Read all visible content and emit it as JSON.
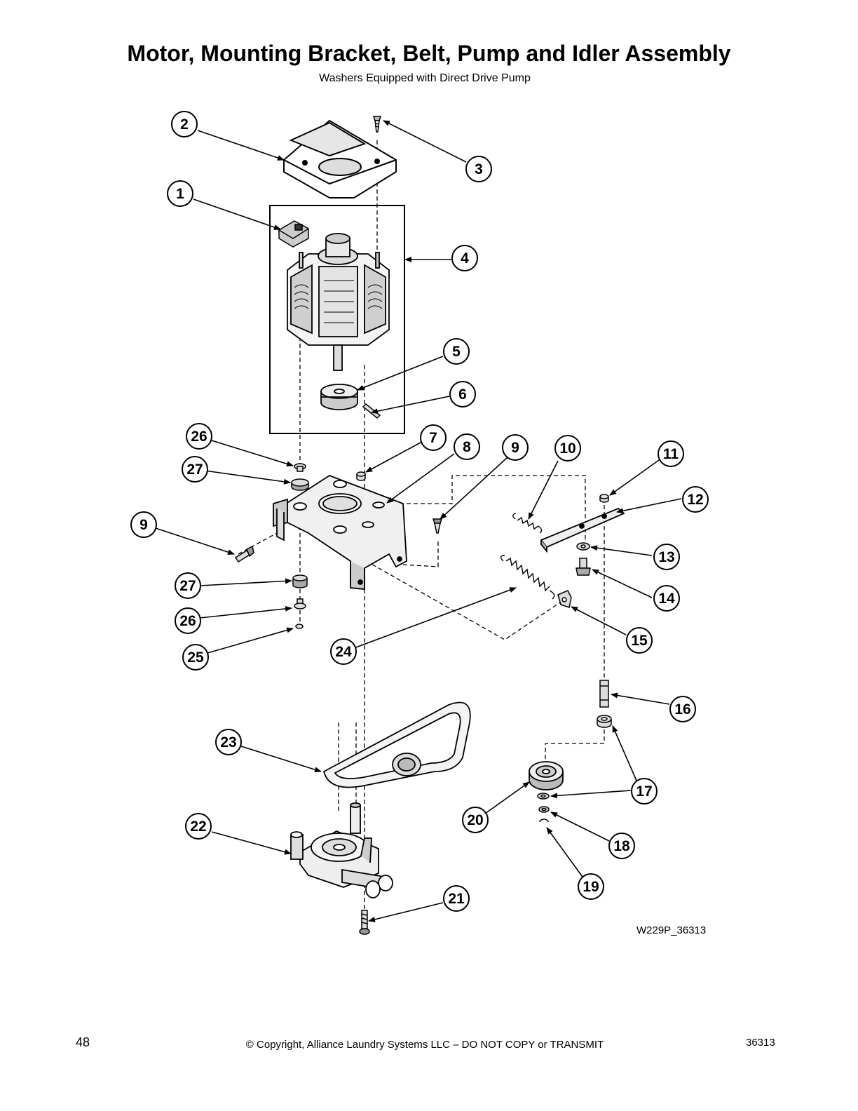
{
  "header": {
    "title": "Motor, Mounting Bracket, Belt, Pump and Idler Assembly",
    "subtitle": "Washers Equipped with Direct Drive Pump"
  },
  "callouts": [
    "1",
    "2",
    "3",
    "4",
    "5",
    "6",
    "7",
    "8",
    "9",
    "9",
    "10",
    "11",
    "12",
    "13",
    "14",
    "15",
    "16",
    "17",
    "18",
    "19",
    "20",
    "21",
    "22",
    "23",
    "24",
    "25",
    "26",
    "26",
    "27",
    "27"
  ],
  "drawing_code": "W229P_36313",
  "footer": {
    "page_number": "48",
    "copyright": "© Copyright, Alliance Laundry Systems LLC – DO NOT COPY or TRANSMIT",
    "doc_number": "36313"
  }
}
